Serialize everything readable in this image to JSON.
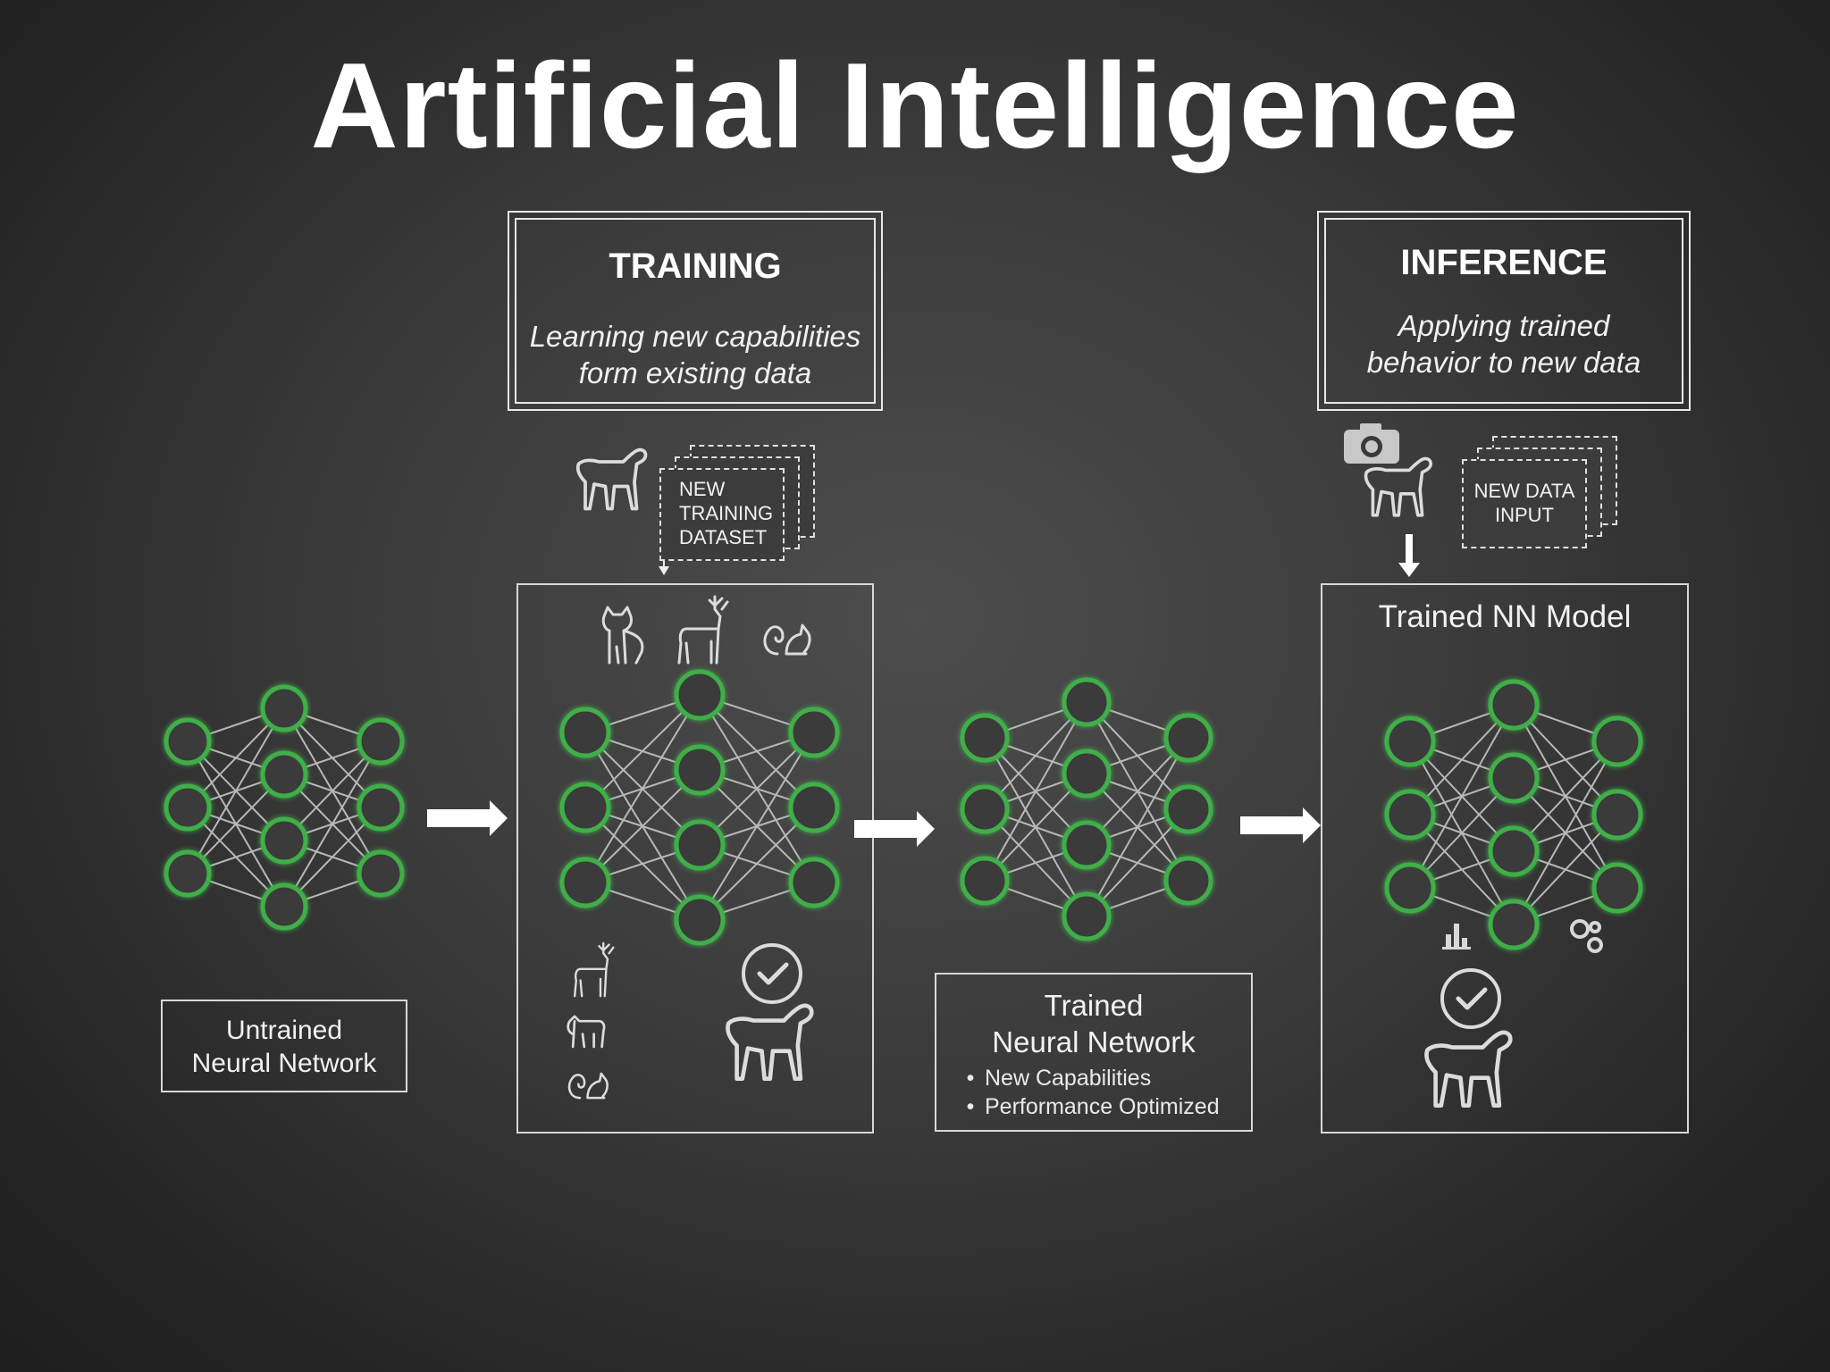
{
  "title": "Artificial Intelligence",
  "training": {
    "heading": "TRAINING",
    "subtitle_line1": "Learning new capabilities",
    "subtitle_line2": "form existing data",
    "dataset_line1": "NEW",
    "dataset_line2": "TRAINING",
    "dataset_line3": "DATASET"
  },
  "inference": {
    "heading": "INFERENCE",
    "subtitle_line1": "Applying trained",
    "subtitle_line2": "behavior to new data",
    "input_line1": "NEW DATA",
    "input_line2": "INPUT",
    "model_title": "Trained NN Model"
  },
  "untrained": {
    "line1": "Untrained",
    "line2": "Neural Network"
  },
  "trained": {
    "line1": "Trained",
    "line2": "Neural Network",
    "bullets": [
      "New Capabilities",
      "Performance Optimized"
    ]
  },
  "colors": {
    "node": "#3fae49",
    "edge": "#b8b8b8",
    "line": "#e8e8e8"
  }
}
